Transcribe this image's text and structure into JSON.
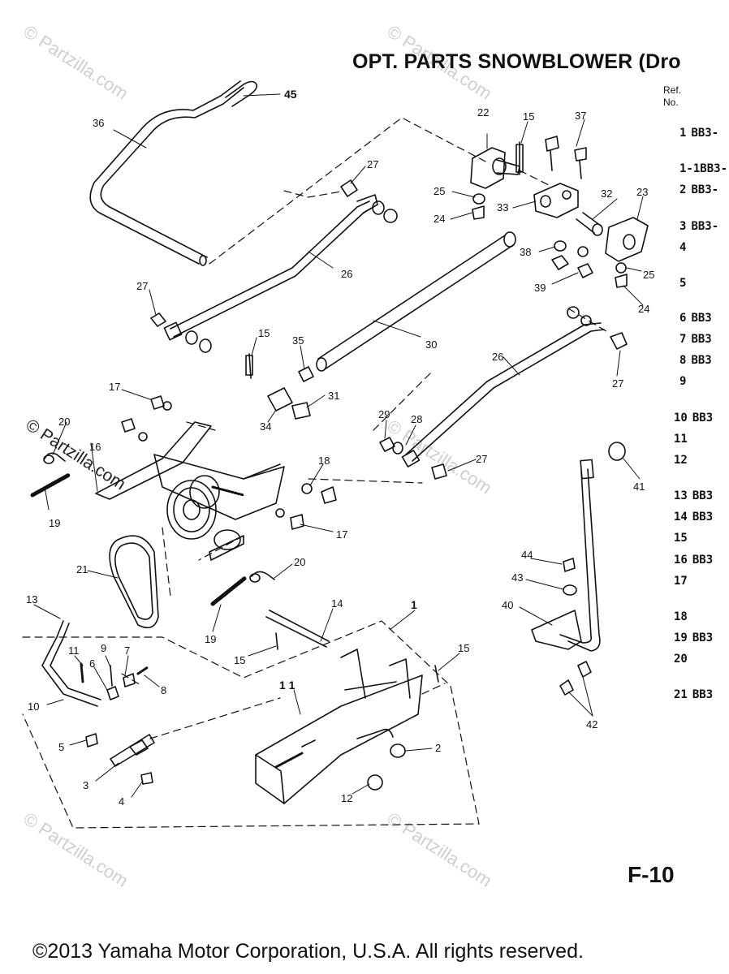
{
  "title": "OPT. PARTS SNOWBLOWER (Dro",
  "ref_header": {
    "line1": "Ref.",
    "line2": "No."
  },
  "ref_rows": [
    {
      "num": "1",
      "code": "BB3-"
    },
    {
      "num": "1-1",
      "code": "BB3-"
    },
    {
      "num": "2",
      "code": "BB3-"
    },
    {
      "num": "3",
      "code": "BB3-"
    },
    {
      "num": "4",
      "code": ""
    },
    {
      "num": "5",
      "code": ""
    },
    {
      "num": "6",
      "code": "BB3"
    },
    {
      "num": "7",
      "code": "BB3"
    },
    {
      "num": "8",
      "code": "BB3"
    },
    {
      "num": "9",
      "code": ""
    },
    {
      "num": "10",
      "code": "BB3"
    },
    {
      "num": "11",
      "code": ""
    },
    {
      "num": "12",
      "code": ""
    },
    {
      "num": "13",
      "code": "BB3"
    },
    {
      "num": "14",
      "code": "BB3"
    },
    {
      "num": "15",
      "code": ""
    },
    {
      "num": "16",
      "code": "BB3"
    },
    {
      "num": "17",
      "code": ""
    },
    {
      "num": "18",
      "code": ""
    },
    {
      "num": "19",
      "code": "BB3"
    },
    {
      "num": "20",
      "code": ""
    },
    {
      "num": "21",
      "code": "BB3"
    }
  ],
  "callouts": {
    "c45": "45",
    "c36": "36",
    "c22": "22",
    "c15a": "15",
    "c37": "37",
    "c27a": "27",
    "c25a": "25",
    "c24a": "24",
    "c33": "33",
    "c32": "32",
    "c23": "23",
    "c26a": "26",
    "c27b": "27",
    "c38": "38",
    "c39": "39",
    "c25b": "25",
    "c24b": "24",
    "c15b": "15",
    "c35": "35",
    "c30": "30",
    "c26b": "26",
    "c27c": "27",
    "c17a": "17",
    "c31": "31",
    "c34": "34",
    "c29": "29",
    "c28": "28",
    "c27d": "27",
    "c20a": "20",
    "c16": "16",
    "c18": "18",
    "c19a": "19",
    "c17b": "17",
    "c41": "41",
    "c21": "21",
    "c20b": "20",
    "c44": "44",
    "c43": "43",
    "c13": "13",
    "c14": "14",
    "c1": "1",
    "c19b": "19",
    "c40": "40",
    "c11": "11",
    "c9": "9",
    "c7": "7",
    "c6": "6",
    "c8": "8",
    "c15c": "15",
    "c15d": "15",
    "c10": "10",
    "c1_1": "1 1",
    "c5": "5",
    "c42": "42",
    "c2": "2",
    "c3": "3",
    "c4": "4",
    "c12": "12"
  },
  "figure_id": "F-10",
  "copyright": "©2013  Yamaha Motor Corporation, U.S.A. All rights reserved.",
  "watermarks": [
    {
      "text": "© Partzilla.com",
      "style": "light"
    },
    {
      "text": "© Partzilla.com",
      "style": "light"
    },
    {
      "text": "© Partzilla.com",
      "style": "dark"
    },
    {
      "text": "© Partzilla.com",
      "style": "light"
    },
    {
      "text": "© Partzilla.com",
      "style": "light"
    },
    {
      "text": "© Partzilla.com",
      "style": "light"
    }
  ]
}
